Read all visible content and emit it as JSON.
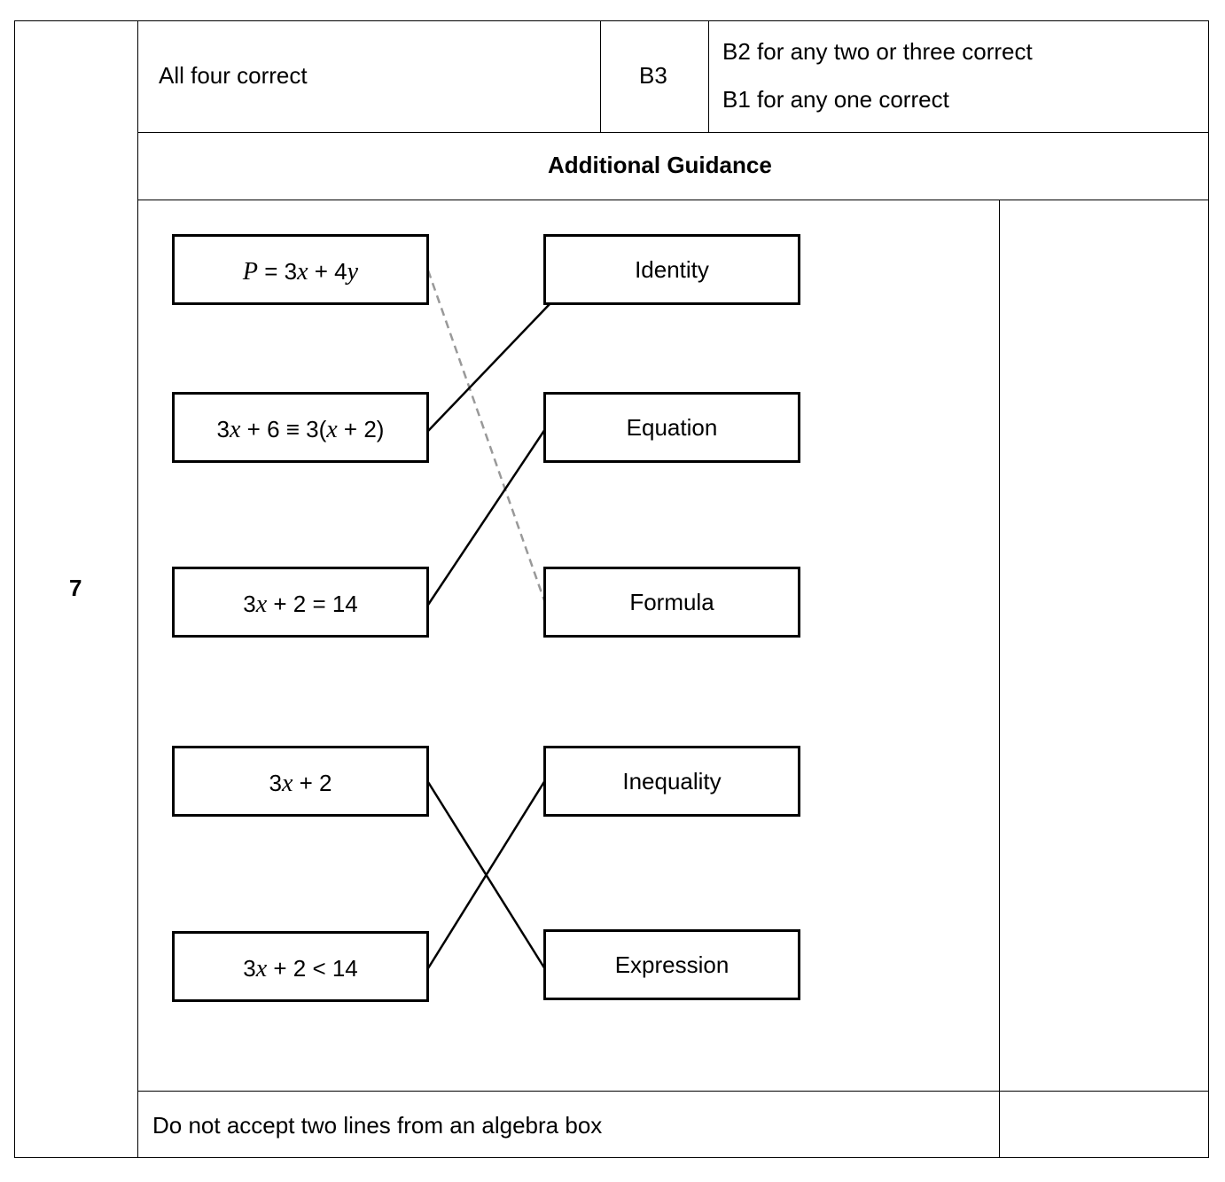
{
  "question_number": "7",
  "answer": "All four correct",
  "mark": "B3",
  "partial_marks": [
    "B2 for any two or three correct",
    "B1 for any one correct"
  ],
  "guidance_heading": "Additional Guidance",
  "left_boxes": [
    {
      "text": "P = 3x + 4y"
    },
    {
      "text": "3x + 6 ≡ 3(x + 2)"
    },
    {
      "text": "3x + 2 = 14"
    },
    {
      "text": "3x + 2"
    },
    {
      "text": "3x + 2 < 14"
    }
  ],
  "right_boxes": [
    {
      "label": "Identity"
    },
    {
      "label": "Equation"
    },
    {
      "label": "Formula"
    },
    {
      "label": "Inequality"
    },
    {
      "label": "Expression"
    }
  ],
  "connections": [
    {
      "from": "3x + 6 ≡ 3(x + 2)",
      "to": "Identity",
      "style": "solid"
    },
    {
      "from": "3x + 2 = 14",
      "to": "Equation",
      "style": "solid"
    },
    {
      "from": "P = 3x + 4y",
      "to": "Formula",
      "style": "dashed"
    },
    {
      "from": "3x + 2",
      "to": "Expression",
      "style": "solid"
    },
    {
      "from": "3x + 2 < 14",
      "to": "Inequality",
      "style": "solid"
    }
  ],
  "note": "Do not accept two lines from an algebra box",
  "colors": {
    "solid_line": "#000000",
    "dashed_line": "#999999"
  }
}
